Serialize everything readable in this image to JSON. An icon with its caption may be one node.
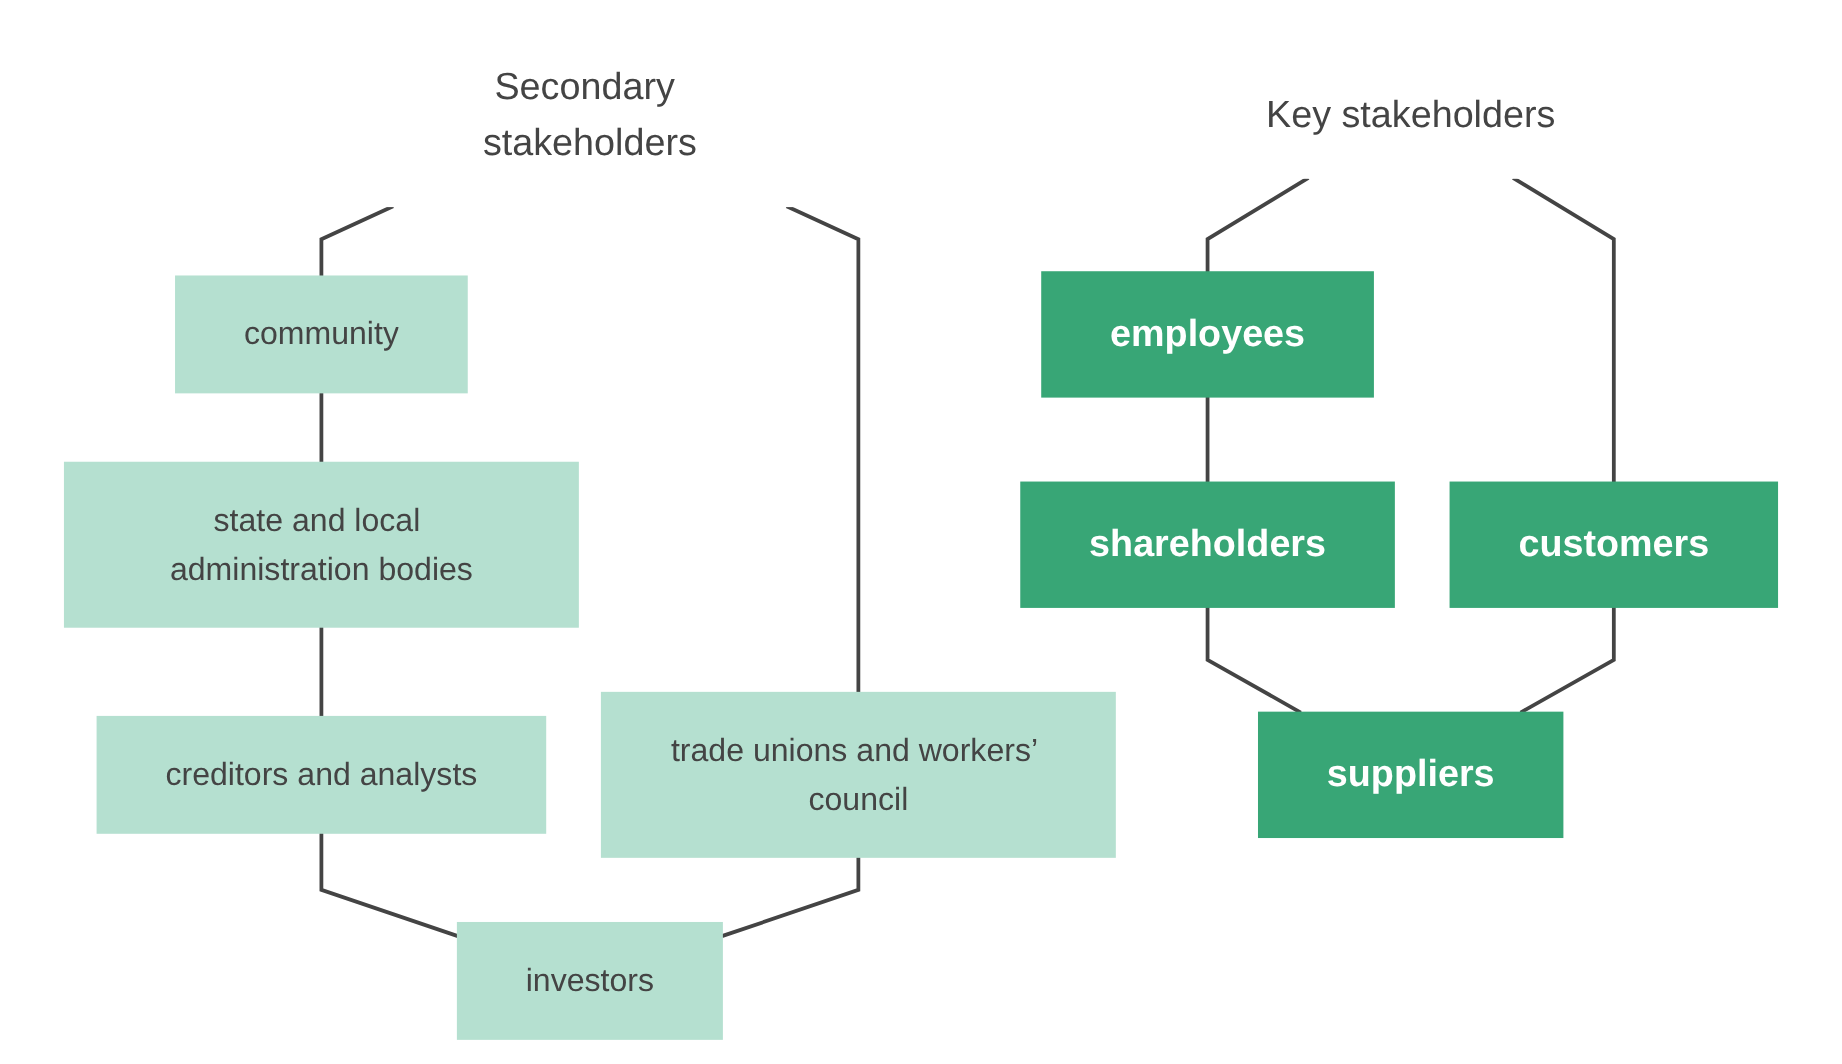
{
  "diagram": {
    "nodes": [
      {
        "text": [
          "Secondary stakeholders"
        ]
      },
      {
        "text": [
          "Key stakeholders"
        ]
      },
      {
        "text": [
          "community"
        ]
      },
      {
        "text": [
          "employees"
        ]
      },
      {
        "text": [
          "customers"
        ]
      },
      {
        "text": [
          "trade unions and workers’ council"
        ]
      },
      {
        "text": [
          "state and local administration bodies"
        ]
      },
      {
        "text": [
          "shareholders"
        ]
      },
      {
        "text": [
          "suppliers"
        ]
      },
      {
        "text": [
          "investors"
        ]
      },
      {
        "text": [
          "creditors and analysts"
        ]
      }
    ],
    "edges": [
      {
        "from": 0,
        "to": 2,
        "arrow": "none"
      },
      {
        "from": 0,
        "to": 5,
        "arrow": "none"
      },
      {
        "from": 1,
        "to": 3,
        "arrow": "none"
      },
      {
        "from": 1,
        "to": 4,
        "arrow": "none"
      },
      {
        "from": 2,
        "to": 6,
        "arrow": "none"
      },
      {
        "from": 3,
        "to": 7,
        "arrow": "none"
      },
      {
        "from": 4,
        "to": 8,
        "arrow": "none"
      },
      {
        "from": 5,
        "to": 9,
        "arrow": "none"
      },
      {
        "from": 7,
        "to": 8,
        "arrow": "none"
      },
      {
        "from": 6,
        "to": 10,
        "arrow": "none"
      },
      {
        "from": 10,
        "to": 9,
        "arrow": "none"
      }
    ]
  }
}
